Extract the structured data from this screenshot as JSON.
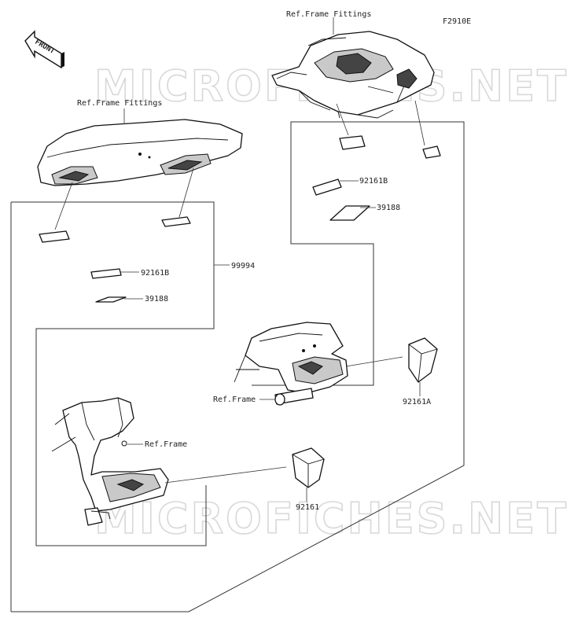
{
  "diagram": {
    "code": "F2910E",
    "front_label": "FRONT",
    "watermark": "MICROFICHES.NET",
    "labels": {
      "ref_frame_fittings_top": "Ref.Frame Fittings",
      "ref_frame_fittings_left": "Ref.Frame Fittings",
      "part_92161B_left": "92161B",
      "part_39188_left": "39188",
      "part_92161B_right": "92161B",
      "part_39188_right": "39188",
      "part_99994": "99994",
      "ref_frame_right": "Ref.Frame",
      "ref_frame_left": "Ref.Frame",
      "part_92161A": "92161A",
      "part_92161": "92161"
    }
  }
}
